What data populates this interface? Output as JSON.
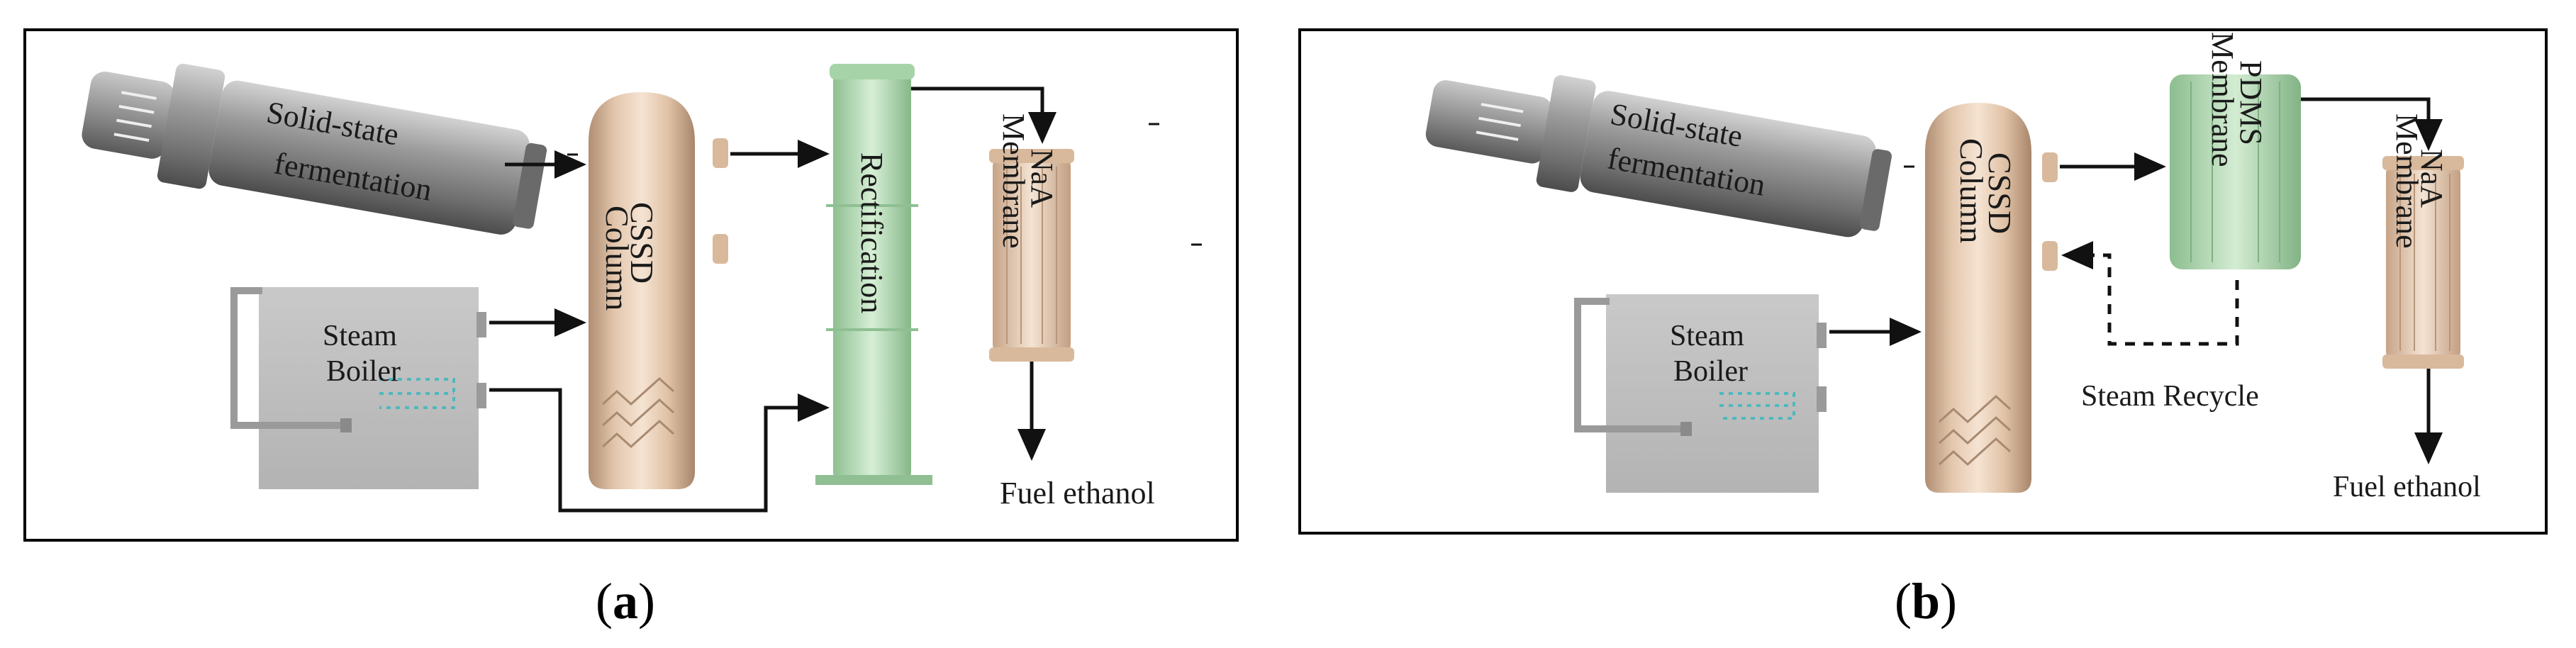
{
  "panel_a": {
    "caption_open": "(",
    "caption_letter": "a",
    "caption_close": ")",
    "fermenter_label_1": "Solid-state",
    "fermenter_label_2": "fermentation",
    "column_label_1": "CSSD",
    "column_label_2": "Column",
    "rectification_label": "Rectification",
    "membrane_label_1": "NaA",
    "membrane_label_2": "Membrane",
    "boiler_label_1": "Steam",
    "boiler_label_2": "Boiler",
    "product_label": "Fuel ethanol"
  },
  "panel_b": {
    "caption_open": "(",
    "caption_letter": "b",
    "caption_close": ")",
    "fermenter_label_1": "Solid-state",
    "fermenter_label_2": "fermentation",
    "column_label_1": "CSSD",
    "column_label_2": "Column",
    "pdms_label_1": "PDMS",
    "pdms_label_2": "Membrane",
    "membrane_label_1": "NaA",
    "membrane_label_2": "Membrane",
    "boiler_label_1": "Steam",
    "boiler_label_2": "Boiler",
    "recycle_label": "Steam Recycle",
    "product_label": "Fuel ethanol"
  }
}
